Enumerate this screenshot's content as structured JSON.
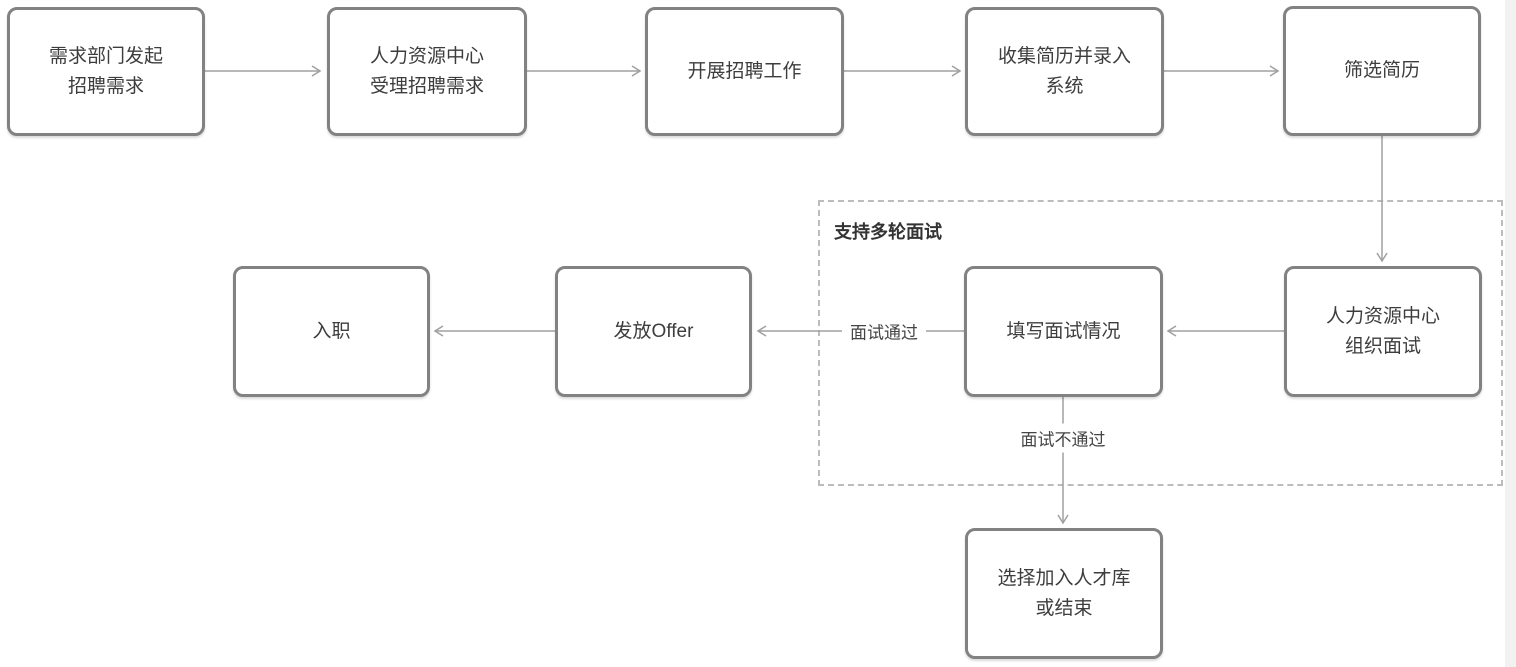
{
  "colors": {
    "background": "#ffffff",
    "node_border": "#828282",
    "node_fill": "#ffffff",
    "node_text": "#3d3d3d",
    "connector": "#a0a0a0",
    "group_border": "#bcbcbc",
    "group_label_text": "#333333",
    "edge_label_text": "#454545",
    "page_edge": "#f2f2f2"
  },
  "nodes": {
    "initiate": {
      "label": "需求部门发起\n招聘需求"
    },
    "accept": {
      "label": "人力资源中心\n受理招聘需求"
    },
    "carry": {
      "label": "开展招聘工作"
    },
    "collect": {
      "label": "收集简历并录入\n系统"
    },
    "screen": {
      "label": "筛选简历"
    },
    "organize": {
      "label": "人力资源中心\n组织面试"
    },
    "fill": {
      "label": "填写面试情况"
    },
    "offer": {
      "label": "发放Offer"
    },
    "onboard": {
      "label": "入职"
    },
    "talent": {
      "label": "选择加入人才库\n或结束"
    }
  },
  "group": {
    "label": "支持多轮面试"
  },
  "edge_labels": {
    "pass": "面试通过",
    "fail": "面试不通过"
  }
}
